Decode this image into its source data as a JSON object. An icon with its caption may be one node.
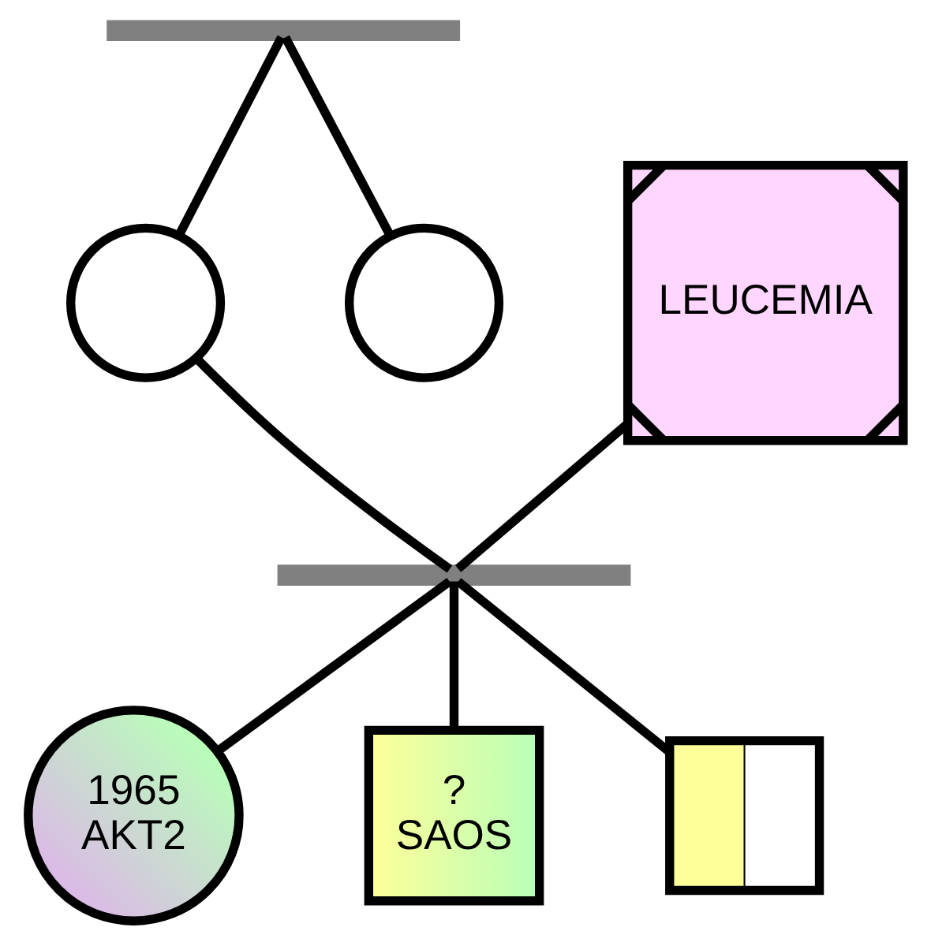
{
  "diagram": {
    "nodes": [
      {
        "text": [],
        "shape": "bar"
      },
      {
        "text": [
          "LEUCEMIA"
        ]
      },
      {
        "text": [],
        "shape": "circle"
      },
      {
        "text": [],
        "shape": "circle"
      },
      {
        "text": [],
        "shape": "bar"
      },
      {
        "text": [
          "1965",
          "AKT2"
        ]
      },
      {
        "text": [
          "?",
          "SAOS"
        ]
      },
      {
        "text": [],
        "shape": "box"
      }
    ],
    "edges": [
      {
        "from": 0,
        "to": 2,
        "arrow": "none"
      },
      {
        "from": 0,
        "to": 3,
        "arrow": "none"
      },
      {
        "from": 1,
        "to": 4,
        "arrow": "none"
      },
      {
        "from": 2,
        "to": 4,
        "arrow": "none"
      },
      {
        "from": 4,
        "to": 5,
        "arrow": "none"
      },
      {
        "from": 4,
        "to": 6,
        "arrow": "none"
      },
      {
        "from": 4,
        "to": 7,
        "arrow": "none"
      }
    ]
  }
}
